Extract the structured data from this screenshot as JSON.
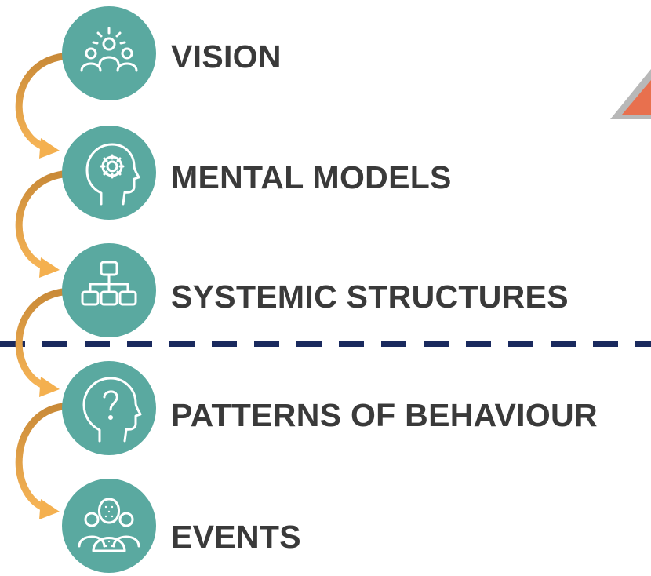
{
  "levels": [
    {
      "label": "VISION",
      "icon": "people-lightbulb-icon"
    },
    {
      "label": "MENTAL MODELS",
      "icon": "head-gear-icon"
    },
    {
      "label": "SYSTEMIC STRUCTURES",
      "icon": "hierarchy-icon"
    },
    {
      "label": "PATTERNS OF BEHAVIOUR",
      "icon": "head-question-icon"
    },
    {
      "label": "EVENTS",
      "icon": "crowd-icon"
    }
  ],
  "colors": {
    "circle": "#5aa9a0",
    "arrow_dark": "#c98a38",
    "arrow_light": "#f4b04f",
    "divider": "#1a2a5e",
    "text": "#3a3a3a",
    "triangle": "#e8704e",
    "triangle_border": "#b8b8b8"
  }
}
